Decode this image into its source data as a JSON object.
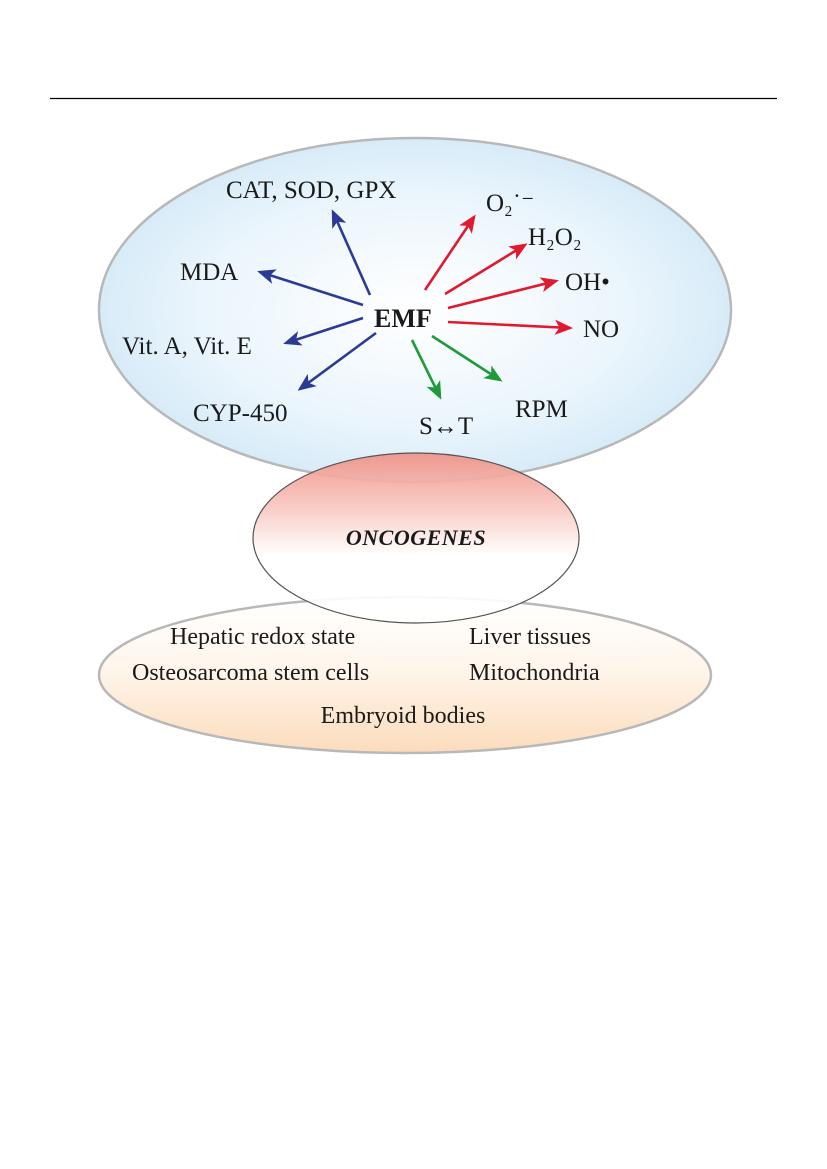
{
  "center": "EMF",
  "blue_targets": {
    "cat": "CAT, SOD, GPX",
    "mda": "MDA",
    "vit": "Vit. A, Vit. E",
    "cyp": "CYP-450"
  },
  "red_targets": {
    "o2": "O₂˙⁻",
    "h2o2": "H₂O₂",
    "oh": "OH•",
    "no": "NO"
  },
  "green_targets": {
    "st": "S↔T",
    "rpm": "RPM"
  },
  "middle": "ONCOGENES",
  "bottom_items": {
    "hepatic": "Hepatic redox state",
    "liver": "Liver tissues",
    "osteo": "Osteosarcoma stem cells",
    "mito": "Mitochondria",
    "embryoid": "Embryoid bodies"
  },
  "colors": {
    "blue_arrow": "#2b3b93",
    "red_arrow": "#e0192e",
    "green_arrow": "#1f9a3a",
    "top_ellipse": "#d6ecf8",
    "middle_ellipse": "#f2a7a0",
    "bottom_ellipse": "#fbe3c7",
    "rule": "#000000"
  }
}
